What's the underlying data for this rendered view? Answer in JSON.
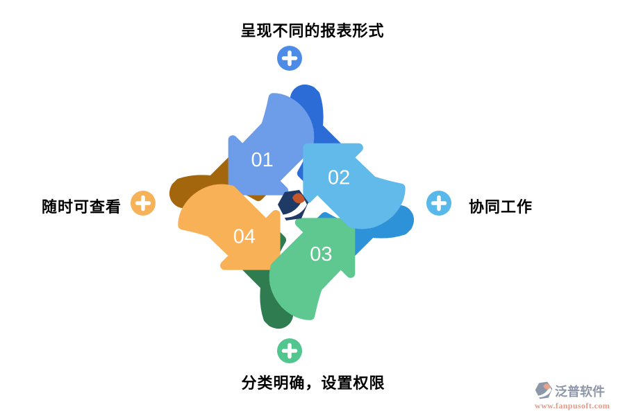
{
  "diagram": {
    "steps": [
      {
        "num": "01",
        "label": "呈现不同的报表形式",
        "side": "top",
        "arrow_color": "#6d9ce8",
        "fold_color": "#2b6cd6",
        "icon_color": "#4d8ce6"
      },
      {
        "num": "02",
        "label": "协同工作",
        "side": "right",
        "arrow_color": "#61baea",
        "fold_color": "#2e92d8",
        "icon_color": "#58b8e9"
      },
      {
        "num": "03",
        "label": "分类明确，设置权限",
        "side": "bottom",
        "arrow_color": "#5ec890",
        "fold_color": "#2e7c4f",
        "icon_color": "#53c58e"
      },
      {
        "num": "04",
        "label": "随时可查看",
        "side": "left",
        "arrow_color": "#f9b158",
        "fold_color": "#a4660c",
        "icon_color": "#f6b259"
      }
    ],
    "center_logo": {
      "navy": "#203a66",
      "accent": "#c5562a"
    }
  },
  "watermark": {
    "brand": "泛普软件",
    "url": "www.fanpusoft.com",
    "brand_color": "#8d97a8",
    "url_color": "#e59a87",
    "glyph_main": "#8d97a8",
    "glyph_accent": "#e8a38b"
  }
}
